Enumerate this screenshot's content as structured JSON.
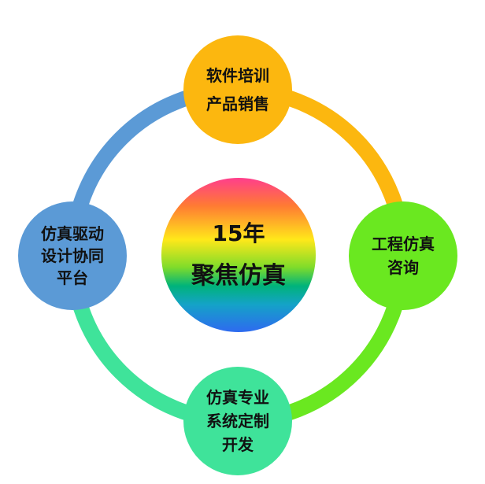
{
  "diagram": {
    "center": {
      "line1": "15年",
      "line2": "聚焦仿真"
    },
    "nodes": {
      "top": {
        "lines": [
          "软件培训",
          "产品销售"
        ]
      },
      "right": {
        "lines": [
          "工程仿真",
          "咨询"
        ]
      },
      "bottom": {
        "lines": [
          "仿真专业",
          "系统定制",
          "开发"
        ]
      },
      "left": {
        "lines": [
          "仿真驱动",
          "设计协同",
          "平台"
        ]
      }
    },
    "colors": {
      "top": "#fcb70f",
      "right": "#6ae820",
      "bottom": "#3fe39a",
      "left": "#5b9ad6"
    }
  }
}
